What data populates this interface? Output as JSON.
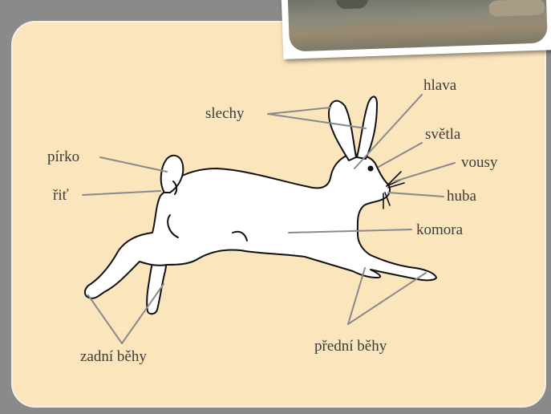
{
  "labels": {
    "slechy": "slechy",
    "hlava": "hlava",
    "svetla": "světla",
    "vousy": "vousy",
    "huba": "huba",
    "komora": "komora",
    "pirko": "pírko",
    "rit": "řiť",
    "zadni_behy": "zadní běhy",
    "predni_behy": "přední běhy"
  },
  "colors": {
    "background": "#8a8a8a",
    "panel": "#fbe5bd",
    "leader_line": "#8a8a8a",
    "label_text": "#3c3c3c"
  }
}
